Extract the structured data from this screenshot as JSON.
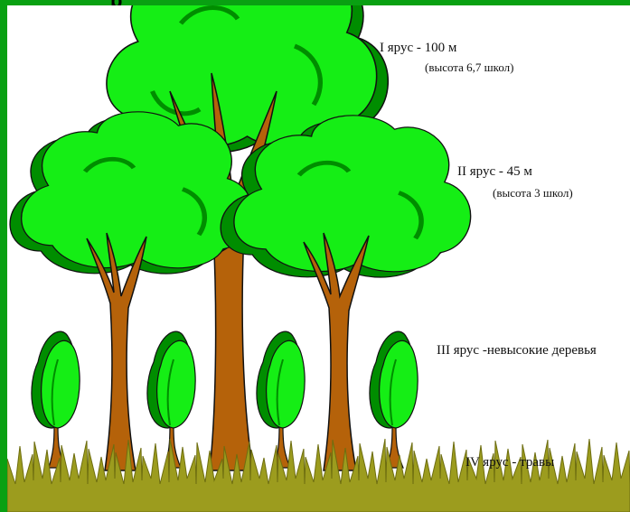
{
  "labels": {
    "tier1": "I ярус - 100 м",
    "tier1_note": "(высота 6,7 школ)",
    "tier2": "II ярус - 45 м",
    "tier2_note": "(высота 3 школ)",
    "tier3": "III ярус -невысокие деревья",
    "tier4": "IV ярус - травы"
  },
  "top_text": "р",
  "colors": {
    "frame": "#09a012",
    "background": "#ffffff",
    "foliage_light": "#15ee15",
    "foliage_dark": "#008d00",
    "trunk": "#b5620a",
    "outline": "#111111",
    "grass": "#9c9c1e",
    "grass_dark": "#6e6e10"
  }
}
